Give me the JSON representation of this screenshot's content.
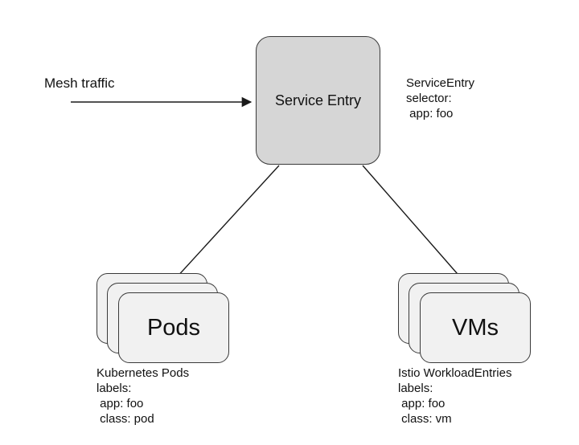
{
  "diagram": {
    "mesh_traffic_label": "Mesh traffic",
    "service_entry": {
      "label": "Service Entry"
    },
    "selector_annotation": {
      "lines": [
        "ServiceEntry",
        "selector:",
        " app: foo"
      ]
    },
    "pods": {
      "label": "Pods",
      "annotation": [
        "Kubernetes Pods",
        "labels:",
        " app: foo",
        " class: pod"
      ]
    },
    "vms": {
      "label": "VMs",
      "annotation": [
        "Istio WorkloadEntries",
        "labels:",
        " app: foo",
        " class: vm"
      ]
    },
    "colors": {
      "service_entry_fill": "#d6d6d6",
      "card_fill": "#f1f1f1",
      "border": "#3a3a3a",
      "arrow": "#1a1a1a",
      "background": "#ffffff"
    }
  }
}
